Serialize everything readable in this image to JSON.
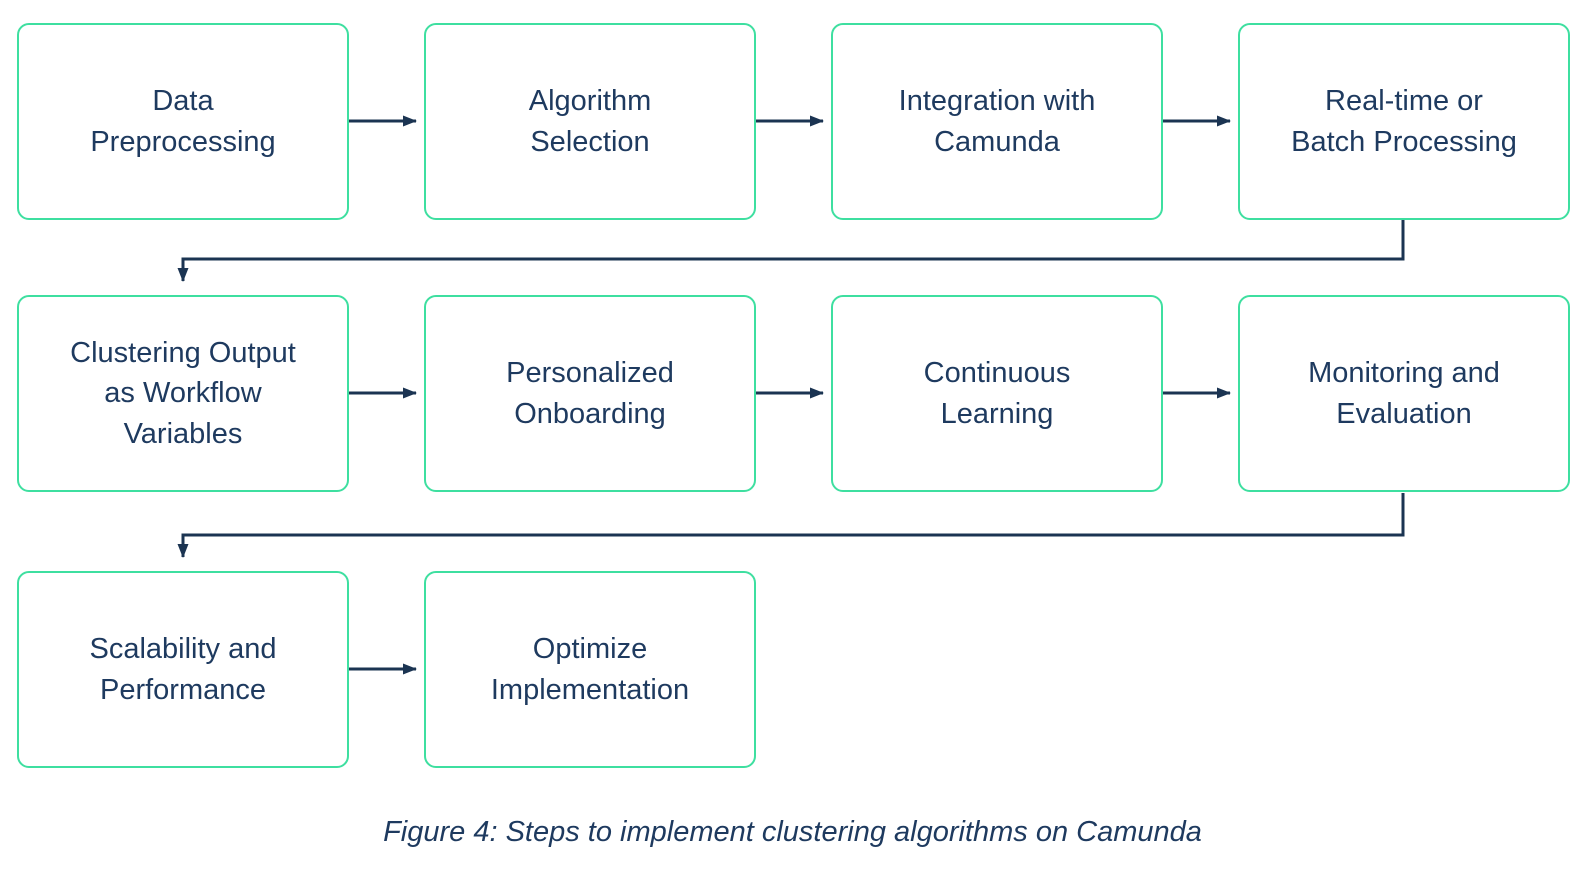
{
  "diagram": {
    "caption": "Figure 4: Steps to implement clustering algorithms on Camunda",
    "colors": {
      "node_border": "#3edfa0",
      "node_background": "#ffffff",
      "text": "#1e3a5f",
      "arrow": "#1b3452",
      "page_background": "#ffffff"
    },
    "nodes": [
      {
        "label": "Data\nPreprocessing"
      },
      {
        "label": "Algorithm\nSelection"
      },
      {
        "label": "Integration with\nCamunda"
      },
      {
        "label": "Real-time or\nBatch Processing"
      },
      {
        "label": "Clustering Output\nas Workflow\nVariables"
      },
      {
        "label": "Personalized\nOnboarding"
      },
      {
        "label": "Continuous\nLearning"
      },
      {
        "label": "Monitoring and\nEvaluation"
      },
      {
        "label": "Scalability and\nPerformance"
      },
      {
        "label": "Optimize\nImplementation"
      }
    ],
    "edges": [
      {
        "from": "Data Preprocessing",
        "to": "Algorithm Selection",
        "type": "straight"
      },
      {
        "from": "Algorithm Selection",
        "to": "Integration with Camunda",
        "type": "straight"
      },
      {
        "from": "Integration with Camunda",
        "to": "Real-time or Batch Processing",
        "type": "straight"
      },
      {
        "from": "Real-time or Batch Processing",
        "to": "Clustering Output as Workflow Variables",
        "type": "elbow-wrap"
      },
      {
        "from": "Clustering Output as Workflow Variables",
        "to": "Personalized Onboarding",
        "type": "straight"
      },
      {
        "from": "Personalized Onboarding",
        "to": "Continuous Learning",
        "type": "straight"
      },
      {
        "from": "Continuous Learning",
        "to": "Monitoring and Evaluation",
        "type": "straight"
      },
      {
        "from": "Monitoring and Evaluation",
        "to": "Scalability and Performance",
        "type": "elbow-wrap"
      },
      {
        "from": "Scalability and Performance",
        "to": "Optimize Implementation",
        "type": "straight"
      }
    ]
  }
}
